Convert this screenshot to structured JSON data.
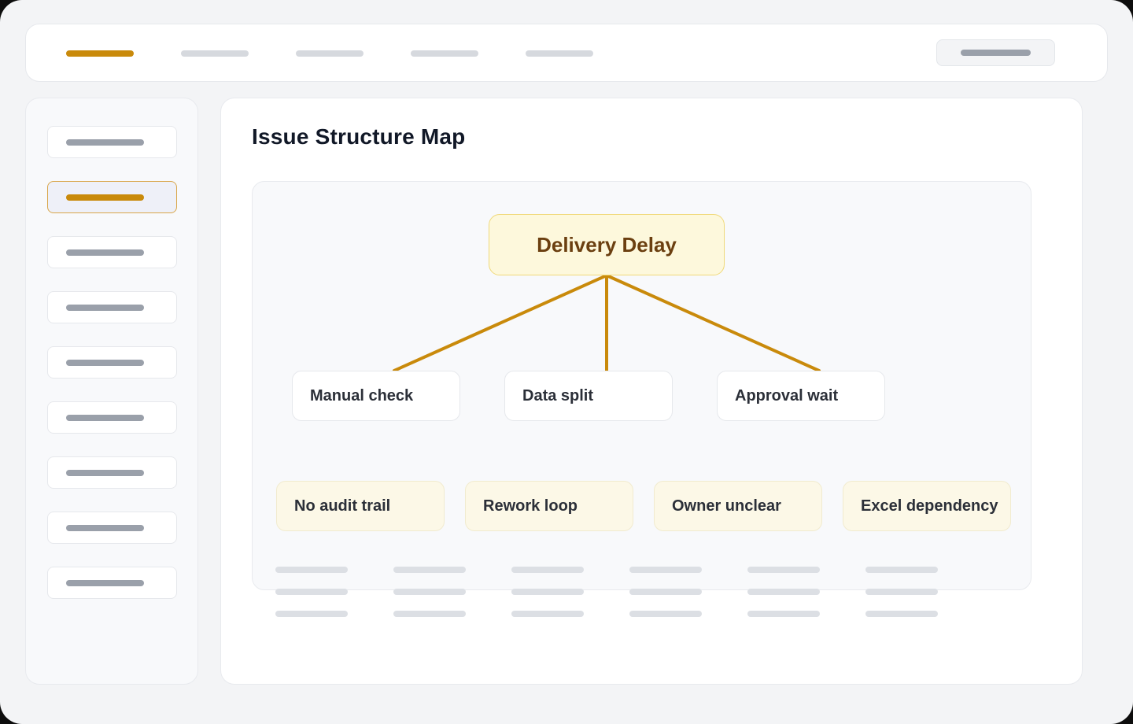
{
  "page": {
    "title": "Issue Structure Map"
  },
  "topbar": {
    "active_tab_index": 0,
    "tab_count": 5
  },
  "sidebar": {
    "active_item_index": 1,
    "item_count": 9
  },
  "map": {
    "root": "Delivery Delay",
    "causes": [
      "Manual check",
      "Data split",
      "Approval wait"
    ],
    "factors": [
      "No audit trail",
      "Rework loop",
      "Owner unclear",
      "Excel dependency"
    ]
  },
  "colors": {
    "accent": "#c98a0b",
    "root_fill": "#fdf8dc",
    "root_text": "#6b3f10",
    "factor_fill": "#fcf8e7",
    "placeholder": "#d6d9de"
  }
}
